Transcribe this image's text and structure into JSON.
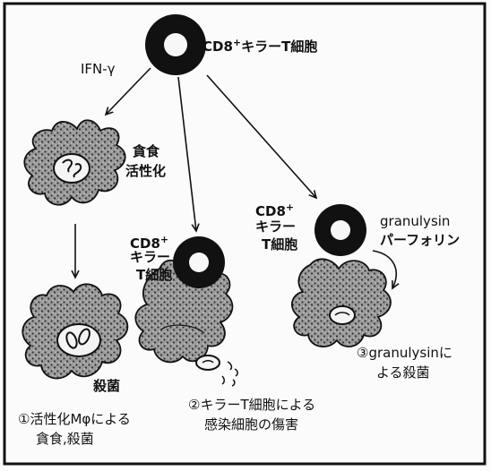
{
  "labels": {
    "top_cell_prefix": "CD8",
    "top_cell_sup": "+",
    "top_cell_suffix": "キラーT細胞",
    "ifn": "IFN-γ",
    "phagocytosis_1": "貪食",
    "phagocytosis_2": "活性化",
    "cd8_middle_1": "CD8",
    "cd8_middle_sup": "+",
    "cd8_middle_2": "キラー",
    "cd8_middle_3": "T細胞",
    "cd8_right_1": "CD8",
    "cd8_right_sup": "+",
    "cd8_right_2": "キラー",
    "cd8_right_3": "T細胞",
    "granulysin": "granulysin",
    "perforin": "パーフォリン",
    "kill_left": "殺菌",
    "caption_1_line1": "①活性化Mφによる",
    "caption_1_line2": "貪食,殺菌",
    "caption_2_line1": "②キラーT細胞による",
    "caption_2_line2": "感染細胞の傷害",
    "caption_3_line1": "③granulysinに",
    "caption_3_line2": "よる殺菌"
  },
  "colors": {
    "ink": "#111111",
    "cell_fill": "#8a8a8a",
    "background": "#fbfbfb"
  }
}
